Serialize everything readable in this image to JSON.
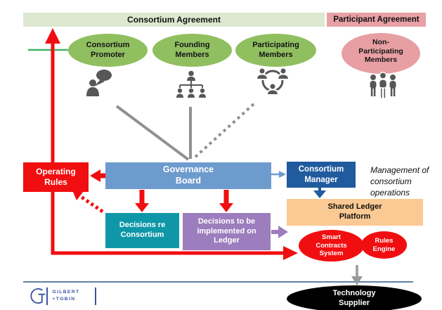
{
  "agreements": {
    "consortium": "Consortium Agreement",
    "participant": "Participant Agreement"
  },
  "parties": {
    "promoter": {
      "label": "Consortium\nPromoter",
      "icon": "person-speech-icon"
    },
    "founding": {
      "label": "Founding\nMembers",
      "icon": "hierarchy-icon"
    },
    "participating": {
      "label": "Participating\nMembers",
      "icon": "group-circle-icon"
    },
    "non_participating": {
      "label": "Non-\nParticipating\nMembers",
      "icon": "people-group-icon"
    }
  },
  "governance": {
    "operating_rules": "Operating\nRules",
    "board": "Governance\nBoard",
    "manager": "Consortium\nManager",
    "management_note": "Management of\nconsortium\noperations"
  },
  "decisions": {
    "re_consortium": "Decisions re\nConsortium",
    "to_ledger": "Decisions to be\nimplemented on\nLedger"
  },
  "platform": {
    "shared_ledger": "Shared Ledger\nPlatform"
  },
  "systems": {
    "smart_contracts": "Smart\nContracts\nSystem",
    "rules_engine": "Rules\nEngine",
    "technology_supplier": "Technology\nSupplier"
  },
  "logo": {
    "line1": "GILBERT",
    "line2": "+TOBIN"
  },
  "colors": {
    "consortium_bar": "#dce8cf",
    "participant_bar": "#e8a1a5",
    "member_ellipse_green": "#90bf60",
    "member_ellipse_pink": "#e79fa3",
    "governance_blue": "#6d9bce",
    "manager_dark_blue": "#1f5b9e",
    "alert_red": "#f10e10",
    "decisions_teal": "#0f97a8",
    "decisions_purple": "#9c7dbd",
    "ledger_orange": "#fbc993",
    "supplier_black": "#000000",
    "icon_gray": "#575757",
    "line_gray": "#909090",
    "divider_blue": "#2a5a8c",
    "logo_blue": "#3b55a0",
    "accent_green_line": "#3db566"
  }
}
